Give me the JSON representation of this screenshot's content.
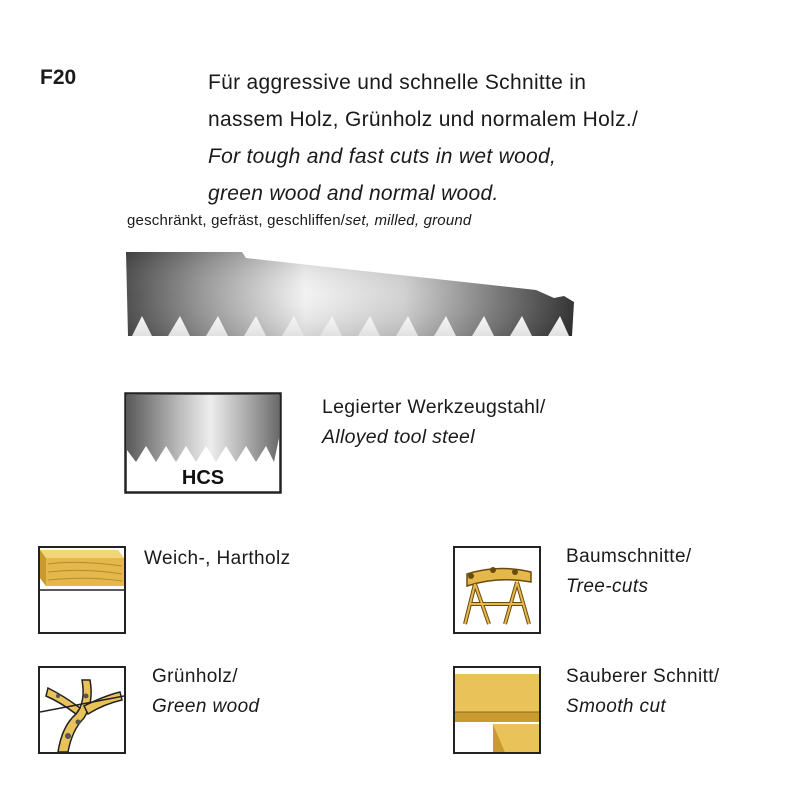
{
  "product": {
    "code": "F20",
    "description_de_1": "Für aggressive und schnelle Schnitte in",
    "description_de_2": "nassem Holz, Grünholz und normalem Holz./",
    "description_en_1": "For tough and fast cuts in wet wood,",
    "description_en_2": "green wood and normal wood."
  },
  "teeth": {
    "de": "geschränkt, gefräst, geschliffen/",
    "en": "set, milled, ground"
  },
  "material": {
    "badge": "HCS",
    "de": "Legierter Werkzeugstahl/",
    "en": "Alloyed tool steel"
  },
  "features": [
    {
      "icon": "wood-block-icon",
      "de": "Weich-, Hartholz",
      "en": ""
    },
    {
      "icon": "sawhorse-log-icon",
      "de": "Baumschnitte/",
      "en": "Tree-cuts"
    },
    {
      "icon": "green-branch-icon",
      "de": "Grünholz/",
      "en": "Green wood"
    },
    {
      "icon": "smooth-cut-board-icon",
      "de": "Sauberer Schnitt/",
      "en": "Smooth cut"
    }
  ],
  "colors": {
    "wood": "#f0c850",
    "wood_dark": "#c9a030",
    "steel_dark": "#3a3a3a",
    "steel_light": "#e6e6e6"
  }
}
